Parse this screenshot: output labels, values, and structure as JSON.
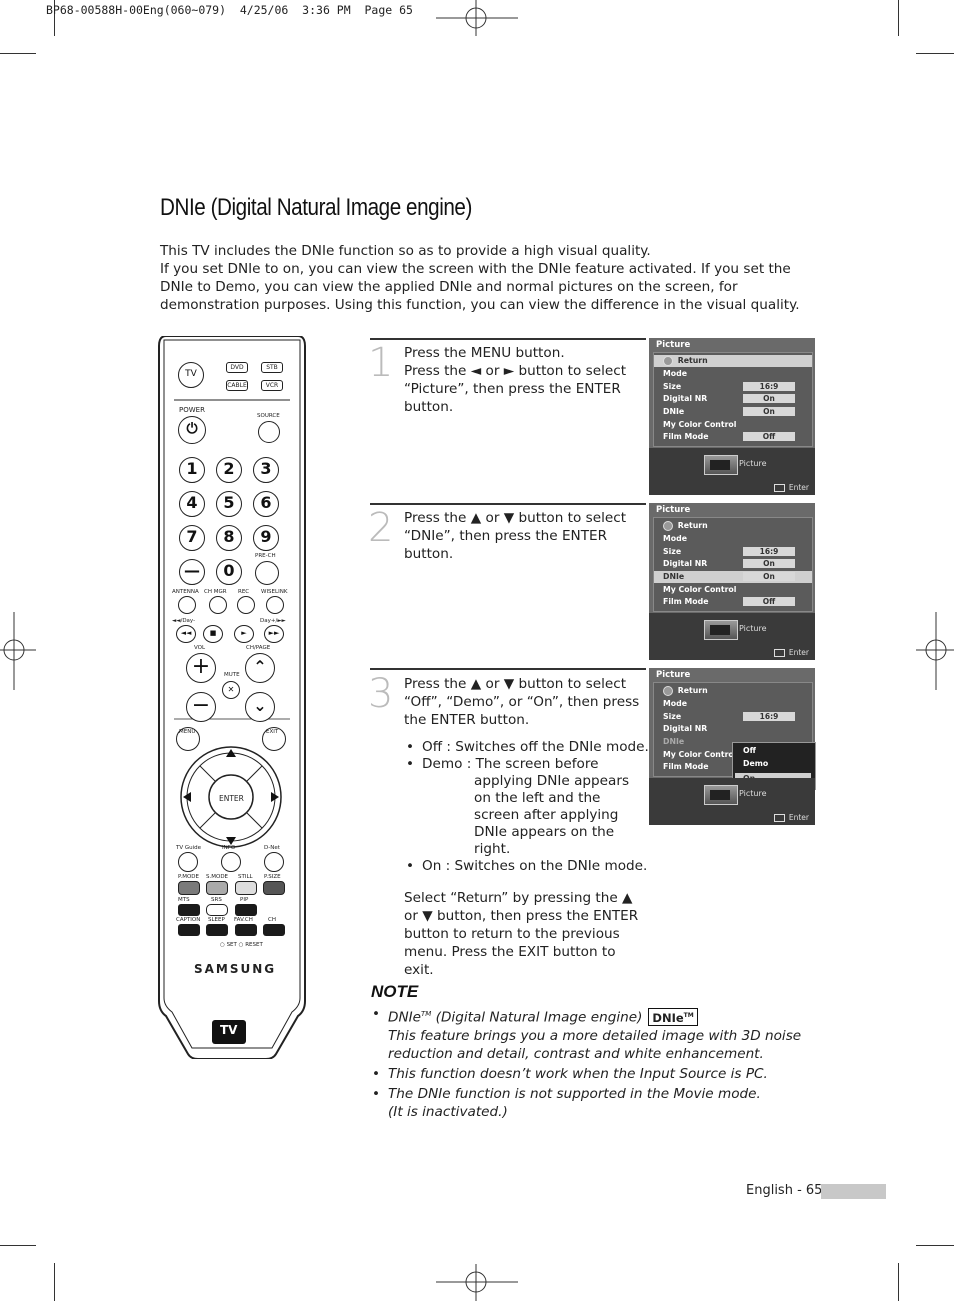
{
  "header": {
    "slug": "BP68-00588H-00Eng(060~079)  4/25/06  3:36 PM  Page 65"
  },
  "page": {
    "title": "DNIe (Digital Natural Image engine)",
    "intro": [
      "This TV includes the DNIe function so as to provide a high visual quality.",
      "If you set DNIe to on, you can view the screen with the DNIe feature activated. If you set the DNIe to Demo, you can view the applied DNIe and normal pictures on the screen, for demonstration purposes. Using this function, you can view the difference in the visual quality."
    ],
    "steps": [
      {
        "num": "1",
        "lines": [
          "Press the MENU button.",
          "Press the ◄ or ► button to select “Picture”, then press the ENTER button."
        ]
      },
      {
        "num": "2",
        "lines": [
          "Press the ▲ or ▼ button to select “DNIe”, then press the ENTER button."
        ]
      },
      {
        "num": "3",
        "lines": [
          "Press the ▲ or ▼ button to select “Off”, “Demo”, or “On”, then press the ENTER button."
        ],
        "bullets": {
          "off": "Off : Switches off the DNIe mode.",
          "demo_head": "Demo : The screen before",
          "demo_rest": "applying DNIe appears on the left and the screen after applying DNIe appears on the right.",
          "on": "On : Switches on the DNIe mode."
        },
        "after": "Select “Return” by pressing the ▲ or ▼ button, then press the ENTER button to return to the previous menu. Press the EXIT button to exit."
      }
    ],
    "note": {
      "heading": "NOTE",
      "dnie_prefix": "DNIe",
      "dnie_tm": "TM",
      "dnie_suffix": " (Digital Natural Image engine)",
      "badge": "DNIe",
      "badge_tm": "TM",
      "dnie_desc": "This feature brings you a more detailed image with 3D noise reduction and detail, contrast and white enhancement.",
      "item2": "This function doesn’t work when the Input Source is PC.",
      "item3a": "The DNIe function is not supported in the Movie mode.",
      "item3b": "(It is inactivated.)"
    },
    "footer": "English - 65"
  },
  "osd": {
    "title": "Picture",
    "rows": [
      "Return",
      "Mode",
      "Size",
      "Digital NR",
      "DNIe",
      "My Color Control",
      "Film Mode"
    ],
    "vals": {
      "size": "16:9",
      "digital_nr": "On",
      "dnie": "On",
      "film_mode": "Off"
    },
    "sub": "Picture",
    "enter": "Enter",
    "popup": [
      "Off",
      "Demo",
      "On"
    ],
    "my_color_truncated": "My Color Contro"
  },
  "remote": {
    "tv": "TV",
    "dvd": "DVD",
    "stb": "STB",
    "cable": "CABLE",
    "vcr": "VCR",
    "power": "POWER",
    "source": "SOURCE",
    "digits": [
      "1",
      "2",
      "3",
      "4",
      "5",
      "6",
      "7",
      "8",
      "9",
      "0"
    ],
    "dash": "—",
    "prech": "PRE-CH",
    "antenna": "ANTENNA",
    "chmgr": "CH MGR",
    "rec": "REC",
    "wiselink": "WISELINK",
    "day_minus": "◄◄/Day-",
    "day_plus": "Day+/►►",
    "vol": "VOL",
    "chpage": "CH/PAGE",
    "mute": "MUTE",
    "menu": "MENU",
    "exit": "EXIT",
    "enter": "ENTER",
    "tvguide": "TV Guide",
    "info": "INFO",
    "dnet": "D-Net",
    "pmode": "P.MODE",
    "smode": "S.MODE",
    "still": "STILL",
    "psize": "P.SIZE",
    "mts": "MTS",
    "srs": "SRS",
    "pip": "PIP",
    "caption": "CAPTION",
    "sleep": "SLEEP",
    "favch": "FAV.CH",
    "ch": "CH",
    "set": "SET",
    "reset": "RESET",
    "brand": "SAMSUNG",
    "guide_logo": "TV"
  }
}
